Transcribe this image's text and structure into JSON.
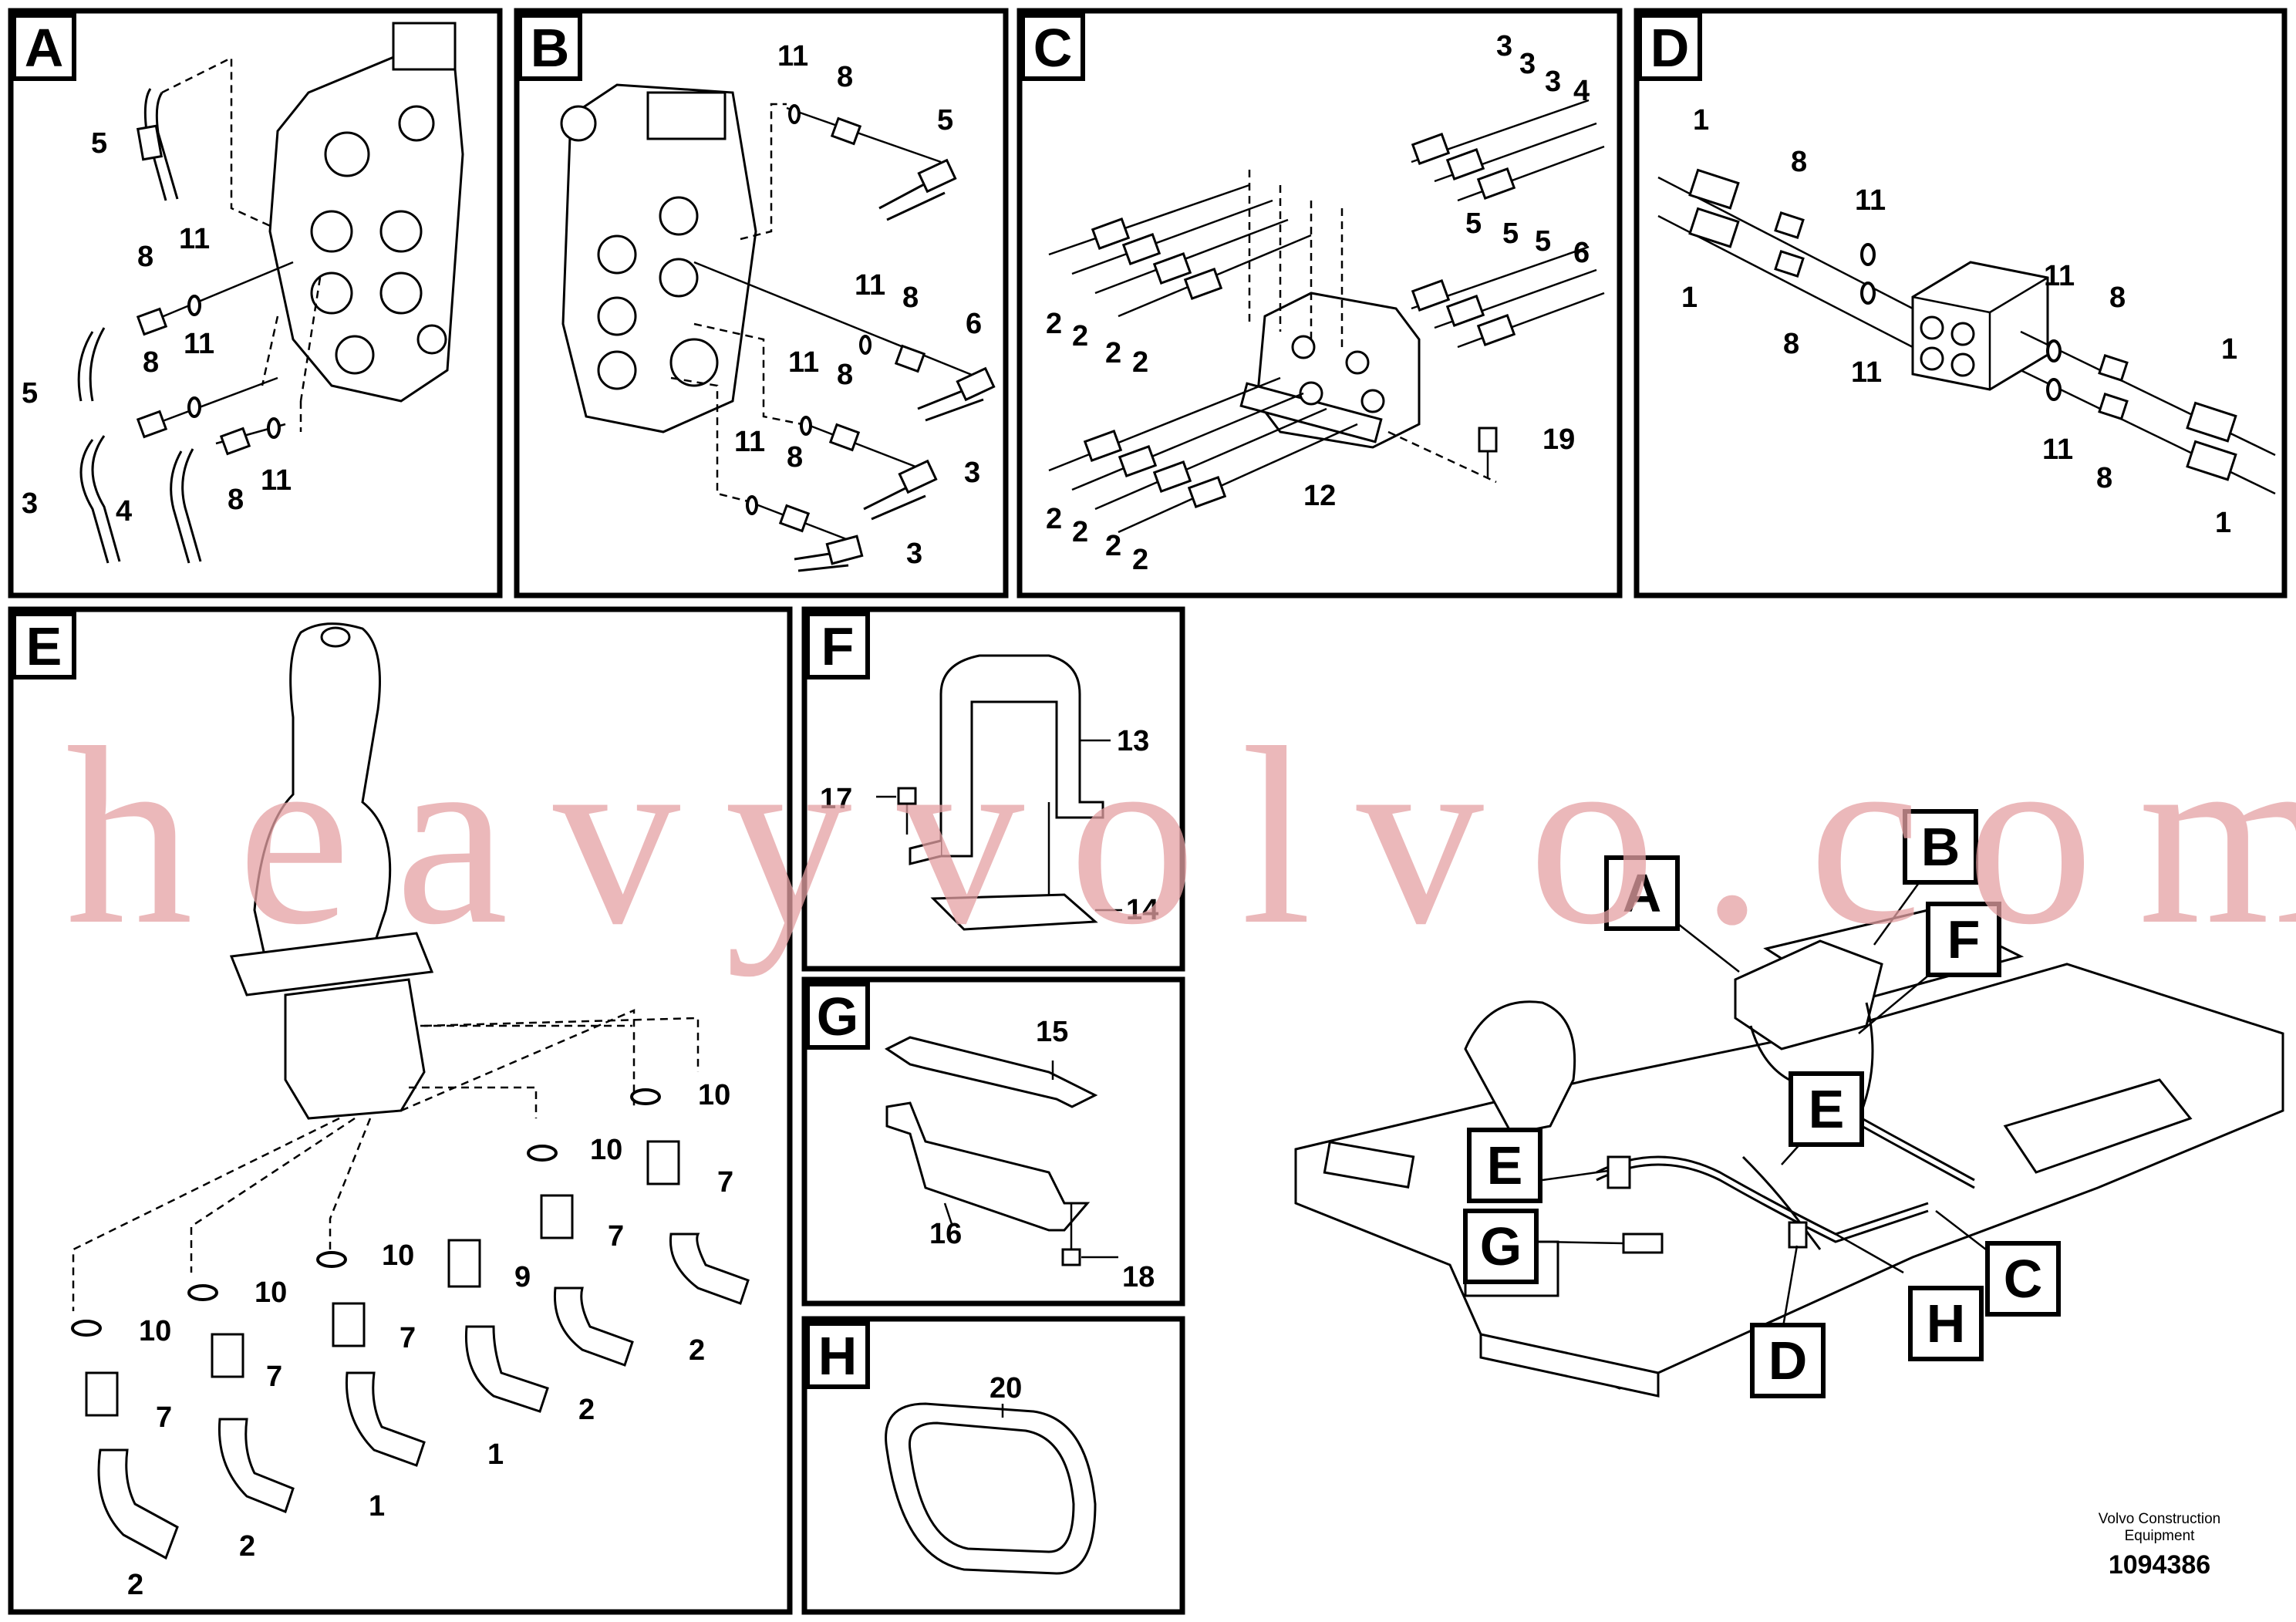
{
  "panels": {
    "A": {
      "label": "A",
      "callouts": [
        "5",
        "11",
        "8",
        "5",
        "8",
        "11",
        "3",
        "4",
        "8",
        "11"
      ]
    },
    "B": {
      "label": "B",
      "callouts": [
        "11",
        "8",
        "5",
        "11",
        "8",
        "6",
        "11",
        "8",
        "3",
        "11",
        "8",
        "3"
      ]
    },
    "C": {
      "label": "C",
      "callouts": [
        "3",
        "3",
        "3",
        "4",
        "5",
        "5",
        "5",
        "6",
        "2",
        "2",
        "2",
        "2",
        "19",
        "12",
        "2",
        "2",
        "2",
        "2"
      ]
    },
    "D": {
      "label": "D",
      "callouts": [
        "1",
        "8",
        "11",
        "1",
        "8",
        "11",
        "11",
        "8",
        "1",
        "11",
        "8",
        "1"
      ]
    },
    "E": {
      "label": "E",
      "callouts": [
        "10",
        "10",
        "7",
        "10",
        "7",
        "9",
        "10",
        "7",
        "10",
        "7",
        "7",
        "2",
        "2",
        "1",
        "2",
        "1",
        "2"
      ]
    },
    "F": {
      "label": "F",
      "callouts": [
        "13",
        "17",
        "14"
      ]
    },
    "G": {
      "label": "G",
      "callouts": [
        "15",
        "16",
        "18"
      ]
    },
    "H": {
      "label": "H",
      "callouts": [
        "20"
      ]
    }
  },
  "overview": {
    "tags": [
      "B",
      "A",
      "F",
      "E",
      "E",
      "G",
      "C",
      "H",
      "D"
    ]
  },
  "watermark": "heavyvolvo.com",
  "footer": {
    "brand_line1": "Volvo Construction",
    "brand_line2": "Equipment",
    "doc_number": "1094386"
  },
  "colors": {
    "line": "#000000",
    "watermark": "#e4a0a3",
    "background": "#ffffff"
  }
}
